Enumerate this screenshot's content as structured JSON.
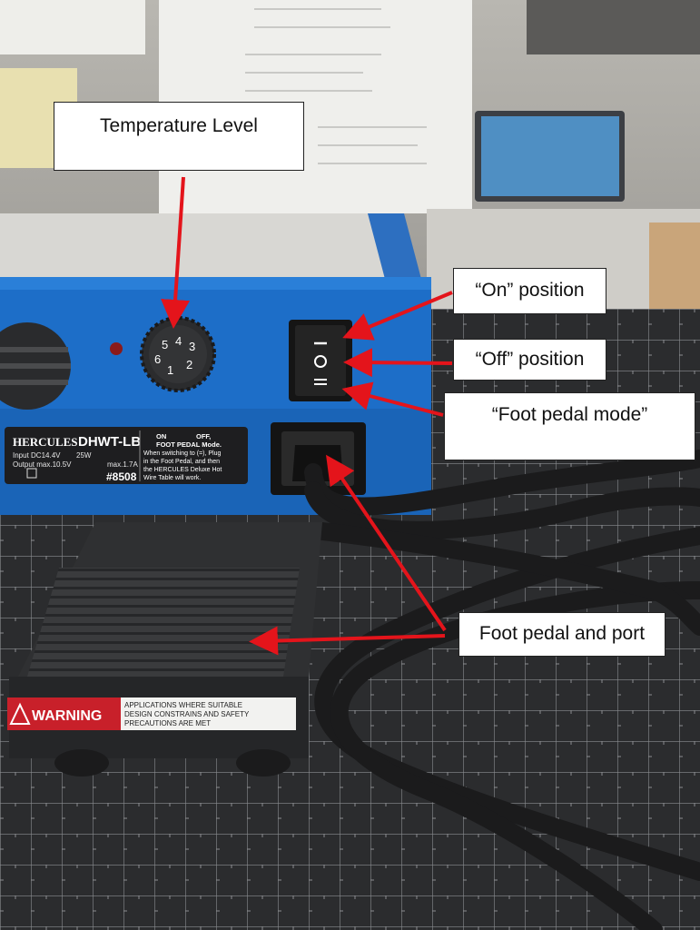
{
  "callouts": {
    "temperature": "Temperature Level",
    "on_position": "“On” position",
    "off_position": "“Off” position",
    "foot_pedal_mode": "“Foot pedal mode”",
    "foot_pedal_port": "Foot pedal and port"
  },
  "device": {
    "brand": "HERCULES",
    "model": "DHWT-LB",
    "input": "Input DC14.4V",
    "power": "25W",
    "output": "Output max.10.5V",
    "current": "max.1.7A",
    "part_number": "#8508",
    "label_on": "ON",
    "label_off": "OFF,",
    "label_mode": "FOOT PEDAL Mode.",
    "label_instructions_1": "When switching to (=), Plug",
    "label_instructions_2": "in the Foot Pedal, and then",
    "label_instructions_3": "the HERCULES Deluxe Hot",
    "label_instructions_4": "Wire Table will work.",
    "dial_numbers": [
      "5",
      "4",
      "3",
      "6",
      "2",
      "1"
    ]
  },
  "pedal": {
    "warning_label": "WARNING",
    "warning_text_1": "APPLICATIONS WHERE SUITABLE",
    "warning_text_2": "DESIGN CONSTRAINS AND SAFETY",
    "warning_text_3": "PRECAUTIONS ARE MET"
  },
  "colors": {
    "device_blue": "#1d6ec8",
    "arrow_red": "#e4141b",
    "warning_red": "#c8202a",
    "mat_dark": "#2c2d2f"
  }
}
